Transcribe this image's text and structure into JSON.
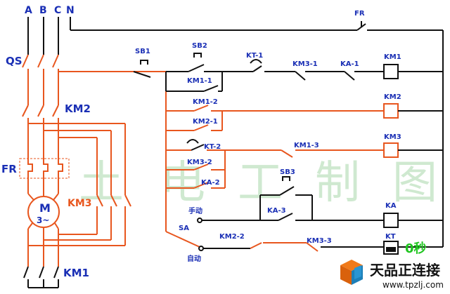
{
  "colors": {
    "wire_black": "#111111",
    "wire_orange": "#e8561e",
    "label_blue": "#1a2fb5",
    "watermark_green": "#cfe9d0",
    "timer_green": "#1fc51f",
    "logo_cube_orange": "#f07a1a",
    "logo_cube_blue": "#1d7fb8"
  },
  "phases": [
    "A",
    "B",
    "C",
    "N"
  ],
  "labels": {
    "qs": "QS",
    "km2_main": "KM2",
    "fr_main": "FR",
    "motor_m": "M",
    "motor_3": "3~",
    "km3_main": "KM3",
    "km1_main": "KM1",
    "fr_ctrl": "FR",
    "sb1": "SB1",
    "sb2": "SB2",
    "km1_1": "KM1-1",
    "kt_1": "KT-1",
    "km3_1": "KM3-1",
    "ka_1": "KA-1",
    "coil_km1": "KM1",
    "km1_2": "KM1-2",
    "coil_km2": "KM2",
    "km2_1": "KM2-1",
    "kt_2": "KT-2",
    "km1_3": "KM1-3",
    "coil_km3": "KM3",
    "km3_2": "KM3-2",
    "ka_2": "KA-2",
    "sb3": "SB3",
    "manual": "手动",
    "ka_3": "KA-3",
    "coil_ka": "KA",
    "sa": "SA",
    "km2_2": "KM2-2",
    "km3_3": "KM3-3",
    "coil_kt": "KT",
    "auto": "自动",
    "timer_value": "0秒"
  },
  "watermark": [
    "土",
    "电",
    "工",
    "制",
    "图"
  ],
  "logo": {
    "name": "天品正连接",
    "url": "www.tpzlj.com"
  }
}
